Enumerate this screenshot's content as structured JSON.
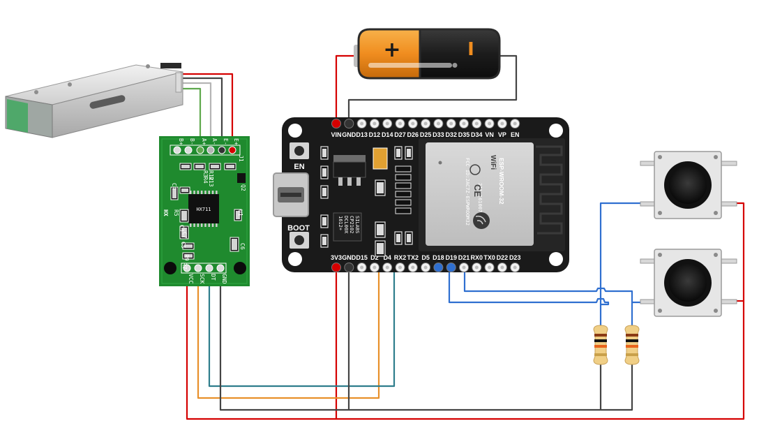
{
  "battery": {
    "plus_symbol": "+",
    "minus_symbol": "I"
  },
  "esp32": {
    "module_label": "ESP-WROOM-32",
    "module_fcc": "FCC ID:2AC7Z-ESPWROOM32",
    "module_code": "211-161007",
    "wifi_text": "WiFi",
    "ce_mark": "CE",
    "uart_chip": [
      "SILABS",
      "CP2102",
      "DCL00X",
      "1612+"
    ],
    "en_button_label": "EN",
    "boot_button_label": "BOOT",
    "top_pins": [
      "VIN",
      "GND",
      "D13",
      "D12",
      "D14",
      "D27",
      "D26",
      "D25",
      "D33",
      "D32",
      "D35",
      "D34",
      "VN",
      "VP",
      "EN"
    ],
    "bottom_pins": [
      "3V3",
      "GND",
      "D15",
      "D2",
      "D4",
      "RX2",
      "TX2",
      "D5",
      "D18",
      "D19",
      "D21",
      "RX0",
      "TX0",
      "D22",
      "D23"
    ]
  },
  "hx711": {
    "top_pins": [
      "B+",
      "B-",
      "A+",
      "A-",
      "E-",
      "E+"
    ],
    "bottom_pins": [
      "VCC",
      "SCK",
      "DT",
      "GND"
    ],
    "side_label": "HX",
    "j1_label": "J1",
    "components": [
      "R3",
      "R4",
      "R12",
      "R13",
      "Q2",
      "U1",
      "C4",
      "R5",
      "C3",
      "C5",
      "R9",
      "C6",
      "R7",
      "C7"
    ],
    "chip_text": "HX711"
  },
  "colors": {
    "red_wire": "#d50000",
    "black_wire": "#444444",
    "orange_wire": "#e8902a",
    "teal_wire": "#2e7d8c",
    "blue_wire": "#2f6fd0",
    "green_wire": "#5ea84d",
    "white_wire": "#b5b5b5",
    "pcb_green": "#1f8a2e",
    "esp_board": "#1a1a1a"
  }
}
